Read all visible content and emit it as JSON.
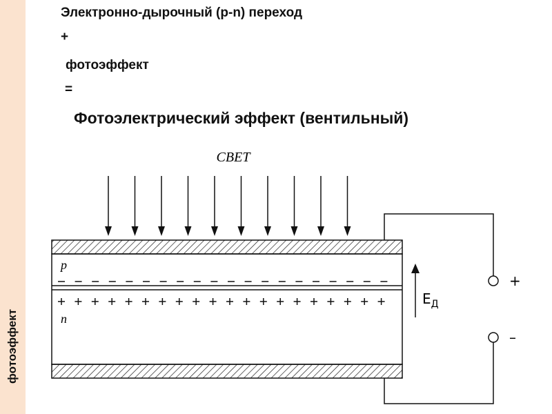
{
  "header": {
    "line1": "Электронно-дырочный (p-n) переход",
    "line2": "+",
    "line3": "фотоэффект",
    "line4": "=",
    "title": "Фотоэлектрический эффект (вентильный)"
  },
  "sidebar": {
    "label": "фотоэффект"
  },
  "diagram": {
    "light_label": "СВЕТ",
    "p_label": "p",
    "n_label": "n",
    "field_label": "Е",
    "field_subscript": "Д",
    "plus_terminal": "+",
    "minus_terminal": "–",
    "light_arrow_count": 10,
    "minus_charge_count": 20,
    "plus_charge_count": 20
  },
  "colors": {
    "sidebar_bg": "#fbe3cf",
    "ink": "#111111"
  }
}
